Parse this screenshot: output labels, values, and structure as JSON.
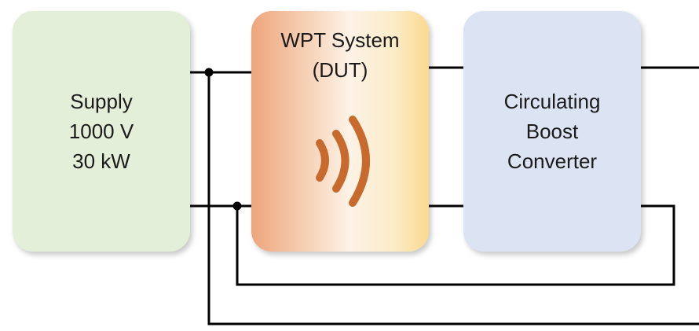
{
  "diagram": {
    "supply": {
      "lines": [
        "Supply",
        "1000 V",
        "30 kW"
      ]
    },
    "wpt": {
      "lines": [
        "WPT System",
        "(DUT)"
      ],
      "icon": "wireless-signal-icon"
    },
    "converter": {
      "lines": [
        "Circulating",
        "Boost",
        "Converter"
      ]
    },
    "colors": {
      "supply_fill": "#e4efd9",
      "wpt_fill_start": "#eea57c",
      "wpt_fill_end": "#fbd98f",
      "converter_fill": "#dce4f3",
      "wave": "#c8692e",
      "wire": "#000000"
    }
  }
}
